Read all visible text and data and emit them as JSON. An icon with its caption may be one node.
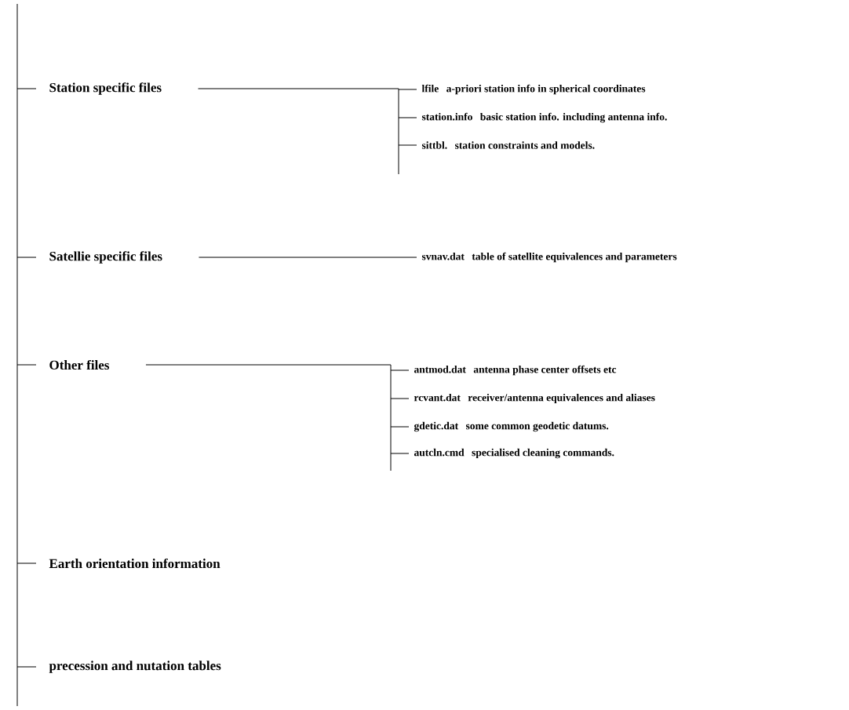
{
  "diagram": {
    "nodes": [
      {
        "text": [
          "Station specific files"
        ]
      },
      {
        "text": [
          "lfile",
          "a-priori station info in spherical coordinates"
        ]
      },
      {
        "text": [
          "station.info",
          "basic station info. including antenna info."
        ]
      },
      {
        "text": [
          "sittbl.",
          "station constraints and models."
        ]
      },
      {
        "text": [
          "Satellie specific files"
        ]
      },
      {
        "text": [
          "svnav.dat",
          "table of satellite equivalences and parameters"
        ]
      },
      {
        "text": [
          "Other files"
        ]
      },
      {
        "text": [
          "antmod.dat",
          "antenna phase center offsets etc"
        ]
      },
      {
        "text": [
          "rcvant.dat",
          "receiver/antenna equivalences and aliases"
        ]
      },
      {
        "text": [
          "gdetic.dat",
          "some common geodetic datums."
        ]
      },
      {
        "text": [
          "autcln.cmd",
          "specialised cleaning commands."
        ]
      },
      {
        "text": [
          "Earth orientation information"
        ]
      },
      {
        "text": [
          "precession and nutation tables"
        ]
      }
    ],
    "edges": [
      {
        "from": null,
        "to": 0,
        "arrow": "none"
      },
      {
        "from": null,
        "to": 4,
        "arrow": "none"
      },
      {
        "from": null,
        "to": 6,
        "arrow": "none"
      },
      {
        "from": null,
        "to": 11,
        "arrow": "none"
      },
      {
        "from": null,
        "to": 12,
        "arrow": "none"
      },
      {
        "from": 0,
        "to": 1,
        "arrow": "none"
      },
      {
        "from": 0,
        "to": 2,
        "arrow": "none"
      },
      {
        "from": 0,
        "to": 3,
        "arrow": "none"
      },
      {
        "from": 4,
        "to": 5,
        "arrow": "none"
      },
      {
        "from": 6,
        "to": 7,
        "arrow": "none"
      },
      {
        "from": 6,
        "to": 8,
        "arrow": "none"
      },
      {
        "from": 6,
        "to": 9,
        "arrow": "none"
      },
      {
        "from": 6,
        "to": 10,
        "arrow": "none"
      }
    ]
  }
}
